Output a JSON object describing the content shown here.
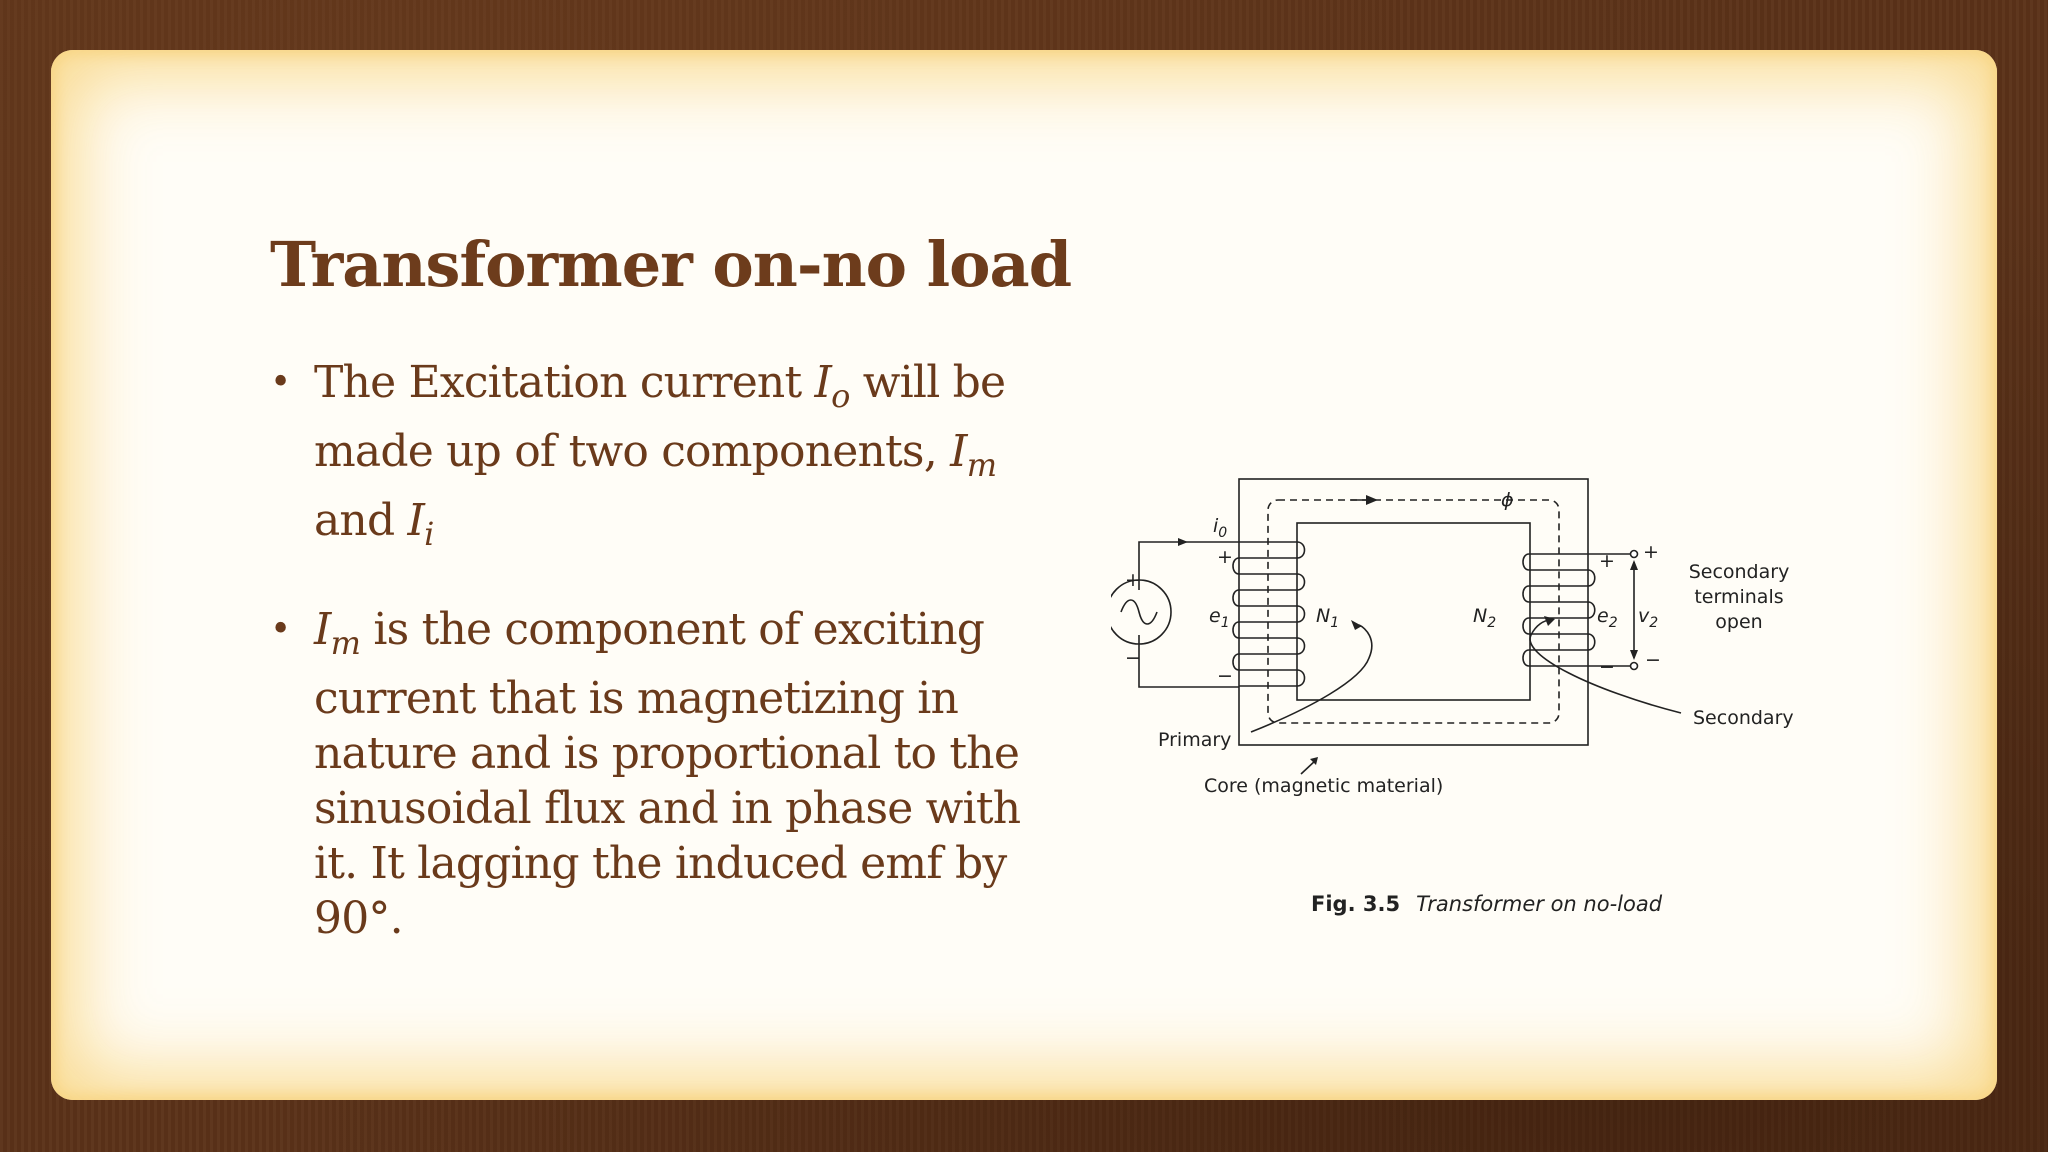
{
  "slide": {
    "title": "Transformer on-no load",
    "bullets": [
      {
        "lines": [
          {
            "a": "The Excitation current ",
            "sym": "I",
            "sub": "o",
            "b": " will be"
          },
          {
            "a": "made up of two components, ",
            "sym": "I",
            "sub": "m",
            "b": ""
          },
          {
            "a": "and ",
            "sym": "I",
            "sub": "i",
            "b": ""
          }
        ]
      },
      {
        "lines": [
          {
            "sym": "I",
            "sub": "m",
            "b": " is the component of exciting"
          },
          {
            "a": "current that is magnetizing in"
          },
          {
            "a": "nature and is proportional to the"
          },
          {
            "a": "sinusoidal flux and in phase with"
          },
          {
            "a": "it. It lagging the induced emf by"
          },
          {
            "a": "90°."
          }
        ]
      }
    ]
  },
  "figure": {
    "caption_fig": "Fig. 3.5",
    "caption_text": "Transformer on no-load",
    "labels": {
      "i0": "i",
      "i0_sub": "0",
      "phi": "ϕ",
      "e1": "e",
      "e1_sub": "1",
      "n1": "N",
      "n1_sub": "1",
      "n2": "N",
      "n2_sub": "2",
      "e2": "e",
      "e2_sub": "2",
      "v2": "v",
      "v2_sub": "2",
      "plus": "+",
      "minus": "−",
      "secondary_terminals_1": "Secondary",
      "secondary_terminals_2": "terminals",
      "secondary_terminals_3": "open",
      "primary": "Primary",
      "secondary": "Secondary",
      "core": "Core (magnetic material)"
    }
  }
}
